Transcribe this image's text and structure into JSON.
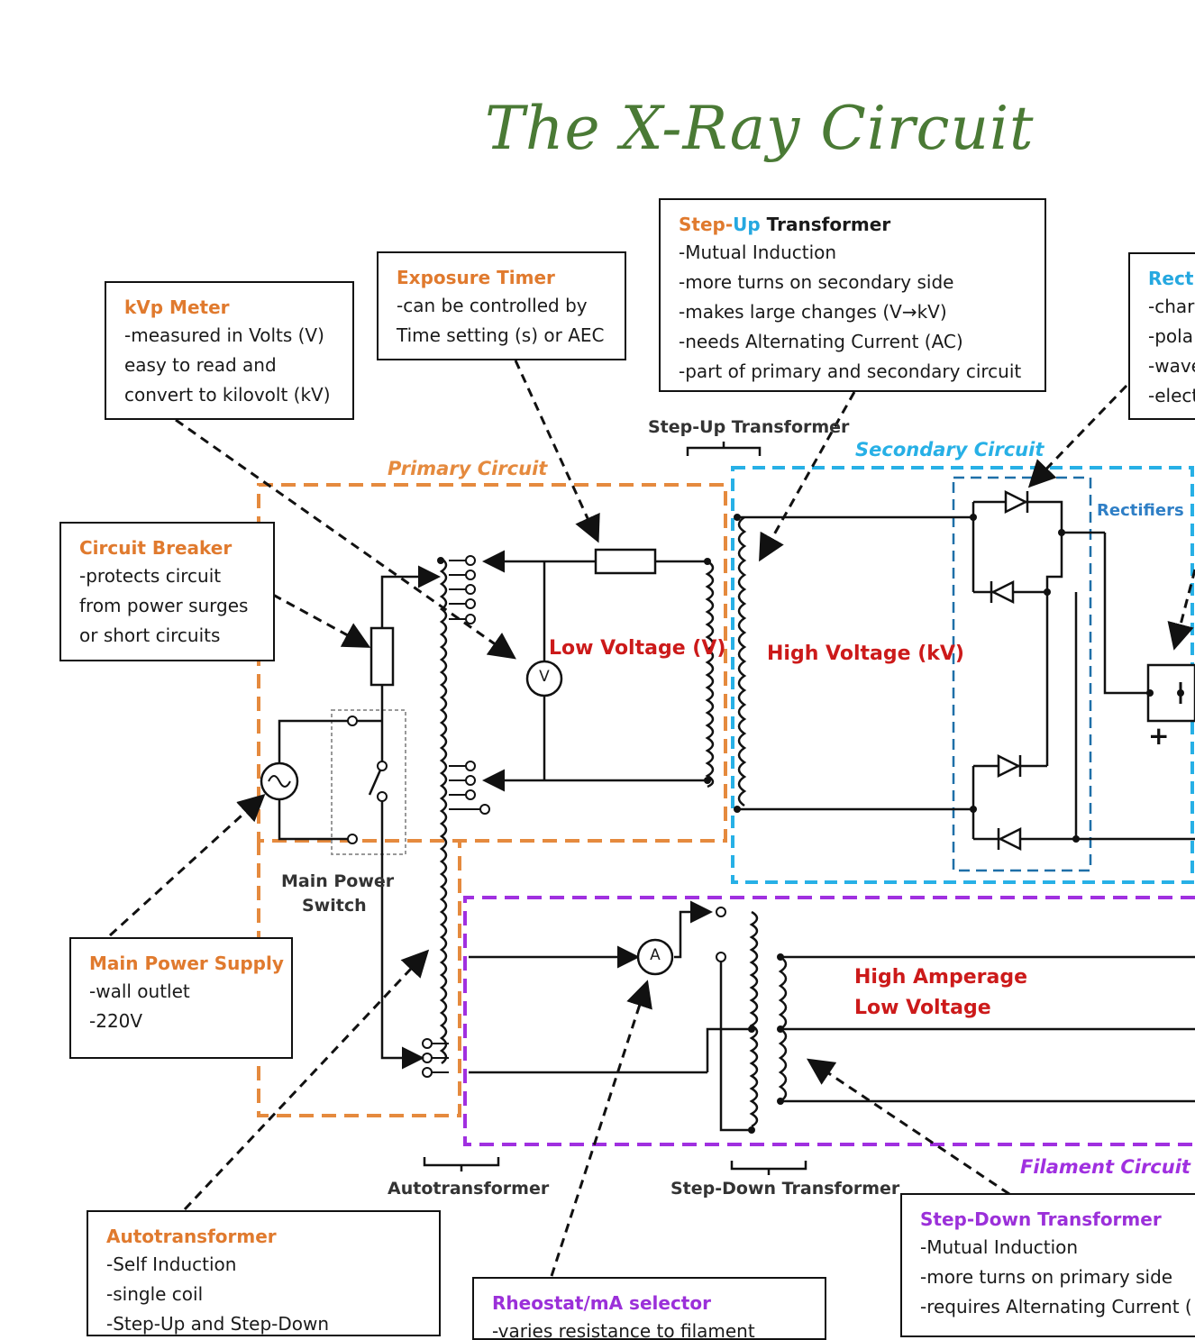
{
  "title": "The X-Ray Circuit",
  "boxes": {
    "kvp": {
      "heading": "kVp Meter",
      "lines": [
        "-measured in Volts (V)",
        "easy to read and",
        "convert to kilovolt (kV)"
      ]
    },
    "timer": {
      "heading": "Exposure Timer",
      "lines": [
        "-can be controlled by",
        "Time setting (s) or AEC"
      ]
    },
    "stepup": {
      "heading_a": "Step-",
      "heading_b": "Up",
      "heading_c": " Transformer",
      "lines": [
        "-Mutual Induction",
        "-more turns on secondary side",
        "-makes large changes (V→kV)",
        "-needs Alternating Current (AC)",
        "-part of primary and secondary circuit"
      ]
    },
    "rect": {
      "heading": "Recti",
      "lines": [
        "-char",
        "-pola",
        "-wave",
        "-elect"
      ]
    },
    "breaker": {
      "heading": "Circuit Breaker",
      "lines": [
        "-protects circuit",
        "from power surges",
        "or short circuits"
      ]
    },
    "supply": {
      "heading": "Main Power Supply",
      "lines": [
        "-wall outlet",
        "-220V"
      ]
    },
    "auto": {
      "heading": "Autotransformer",
      "lines": [
        "-Self Induction",
        "-single coil",
        "-Step-Up and Step-Down"
      ]
    },
    "rheostat": {
      "heading": "Rheostat/mA selector",
      "lines": [
        "-varies resistance to filament"
      ]
    },
    "stepdown": {
      "heading": "Step-Down Transformer",
      "lines": [
        "-Mutual Induction",
        "-more turns on primary side",
        "-requires Alternating Current ("
      ]
    }
  },
  "labels": {
    "primary": "Primary Circuit",
    "secondary": "Secondary Circuit",
    "filament": "Filament Circuit",
    "stepup_top": "Step-Up Transformer",
    "rectifiers": "Rectifiers",
    "low_voltage": "Low Voltage (V)",
    "high_voltage": "High Voltage (kV)",
    "high_amperage": "High Amperage",
    "low_voltage_2": "Low Voltage",
    "main_switch_1": "Main Power",
    "main_switch_2": "Switch",
    "autotransformer": "Autotransformer",
    "stepdown_bottom": "Step-Down Transformer",
    "voltmeter": "V",
    "ammeter": "A",
    "plus": "+"
  },
  "colors": {
    "title": "#4a7a35",
    "orange": "#e07a2e",
    "cyan": "#25a8e0",
    "purple": "#9b30d9",
    "red": "#cc1a1a"
  }
}
